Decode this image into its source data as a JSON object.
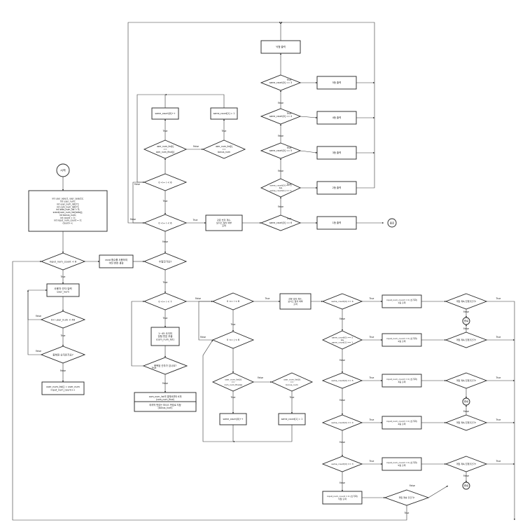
{
  "flowchart": {
    "nodes": {
      "start": {
        "lines": [
          "시작"
        ]
      },
      "init": {
        "lines": [
          "int user_select, user_select2;",
          "int user_num;",
          "int user_num_list[7];",
          "int com_num_list[7];",
          "int lotto_num_list = 0;",
          "srand(com_num_list[lotto]);",
          "int bonus_num;",
          "int count = 0;",
          "int input_num_count = 0;",
          "count++;"
        ]
      },
      "input_check": {
        "lines": [
          "input_num_count < 6"
        ]
      },
      "prompt": {
        "lines": [
          "사용자 숫자 입력",
          "user_num"
        ]
      },
      "range_check": {
        "lines": [
          "0< user_num < 46"
        ]
      },
      "dup_check": {
        "lines": [
          "중복된 숫자인가요?"
        ]
      },
      "store_user": {
        "lines": [
          "user_num_list[] = user_num",
          "input_num_count++"
        ]
      },
      "rand_gen": {
        "lines": [
          "rand 함수를 사용하여",
          "여섯 번호 생성"
        ]
      },
      "is_created": {
        "lines": [
          "수일진가요?"
        ]
      },
      "loop_i7": {
        "lines": [
          "0 <= i < 7"
        ]
      },
      "pick_num": {
        "lines": [
          "1~45 사이의",
          "당첨 번호 추출",
          "(com_num_list)"
        ]
      },
      "dup2": {
        "lines": [
          "중복된 숫자가 있나요?"
        ]
      },
      "store_com": {
        "lines": [
          "com_num_list의 앞에서부터 6개",
          "(com_num_final)"
        ]
      },
      "bonus_store": {
        "lines": [
          "마지막 번호는 보너스 번호로 지정",
          "(bonus_num)"
        ]
      },
      "loop_i6b": {
        "lines": [
          "0 <= i < 6"
        ]
      },
      "loop_j6": {
        "lines": [
          "0 <= j < 6"
        ]
      },
      "cmp_user_com": {
        "lines": [
          "user_num_list[i]",
          "==",
          "com_num_final[j]"
        ]
      },
      "cmp_bonus": {
        "lines": [
          "user_num_list[i]",
          "==",
          "bonus_num"
        ]
      },
      "same_inc1": {
        "lines": [
          "same_count[0]++"
        ]
      },
      "same_inc2": {
        "lines": [
          "same_count[1] = 1"
        ]
      },
      "compare_note": {
        "lines": [
          "같은 숫자 개수,",
          "보너스 일치 여부",
          "출력"
        ]
      },
      "chk_6": {
        "lines": [
          "same_count[0] == 6"
        ]
      },
      "chk_5b": {
        "lines": [
          "same_count[0] == 5",
          "&&",
          "same_count[1] == 1"
        ]
      },
      "chk_5": {
        "lines": [
          "same_count[0] == 5"
        ]
      },
      "chk_4": {
        "lines": [
          "same_count[0] == 4"
        ]
      },
      "chk_3": {
        "lines": [
          "same_count[0] == 3"
        ]
      },
      "reset1": {
        "lines": [
          "input_num_count = 0 (초기화)",
          "1등 출력"
        ]
      },
      "reset2": {
        "lines": [
          "input_num_count = 0 (초기화)",
          "2등 출력"
        ]
      },
      "reset3": {
        "lines": [
          "input_num_count = 0 (초기화)",
          "3등 출력"
        ]
      },
      "reset4": {
        "lines": [
          "input_num_count = 0 (초기화)",
          "4등 출력"
        ]
      },
      "reset5": {
        "lines": [
          "input_num_count = 0 (초기화)",
          "5등 출력"
        ]
      },
      "reset_fail": {
        "lines": [
          "input_num_count = 0 (초기화)",
          "낙첨 출력"
        ]
      },
      "cont1": {
        "lines": [
          "게임 계속 진행할건가?"
        ]
      },
      "cont2": {
        "lines": [
          "게임 계속 진행할건가?"
        ]
      },
      "cont3": {
        "lines": [
          "게임 계속 진행할건가?"
        ]
      },
      "cont4": {
        "lines": [
          "게임 계속 진행할건가?"
        ]
      },
      "cont5": {
        "lines": [
          "게임 계속 진행할건가?"
        ]
      },
      "cont_fail": {
        "lines": [
          "게임 계속 할건가?"
        ]
      },
      "end_r1": {
        "lines": [
          "종료"
        ]
      },
      "end_r2": {
        "lines": [
          "종료"
        ]
      },
      "end_r3": {
        "lines": [
          "종료"
        ]
      },
      "loop_i6t": {
        "lines": [
          "0 <= i < 6"
        ]
      },
      "loop_i6m": {
        "lines": [
          "0 <= i < 6"
        ]
      },
      "t_cmp1": {
        "lines": [
          "user_num_list[i]",
          "==",
          "com_num_final[j]"
        ]
      },
      "t_cmp2": {
        "lines": [
          "user_num_list[i]",
          "==",
          "bonus_num"
        ]
      },
      "t_inc1": {
        "lines": [
          "same_count[0]++"
        ]
      },
      "t_inc2": {
        "lines": [
          "same_count[1] = 1"
        ]
      },
      "t_note": {
        "lines": [
          "같은 숫자 개수,",
          "보너스 일치 여부",
          "출력"
        ]
      },
      "t_chk6": {
        "lines": [
          "same_count[0] == 6"
        ]
      },
      "t_chk5b": {
        "lines": [
          "same_count[0] == 5",
          "&&",
          "same_count[1] == 1"
        ]
      },
      "t_chk5": {
        "lines": [
          "same_count[0] == 5"
        ]
      },
      "t_chk4": {
        "lines": [
          "same_count[0] == 4"
        ]
      },
      "t_chk3": {
        "lines": [
          "same_count[0] == 3"
        ]
      },
      "t_r1": {
        "lines": [
          "1등 출력"
        ]
      },
      "t_r2": {
        "lines": [
          "2등 출력"
        ]
      },
      "t_r3": {
        "lines": [
          "3등 출력"
        ]
      },
      "t_r4": {
        "lines": [
          "4등 출력"
        ]
      },
      "t_r5": {
        "lines": [
          "5등 출력"
        ]
      },
      "t_fail": {
        "lines": [
          "낙첨 출력"
        ]
      },
      "t_end": {
        "lines": [
          "종료"
        ]
      }
    },
    "labels": {
      "true": "True",
      "false": "False"
    }
  }
}
